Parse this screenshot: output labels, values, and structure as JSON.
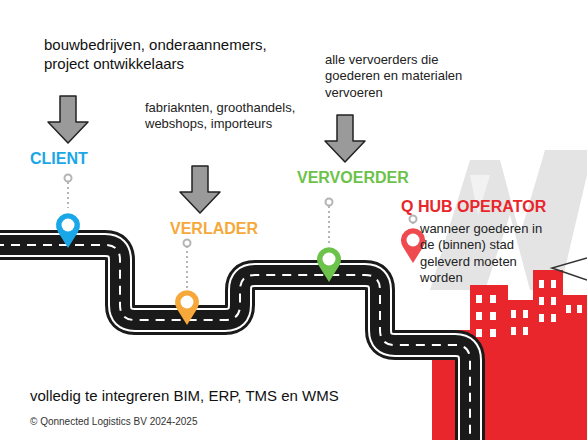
{
  "diagram": {
    "labels": [
      "bouwbedrijven, onderaannemers, project ontwikkelaars",
      "CLIENT",
      "fabriaknten, groothandels, webshops, importeurs",
      "VERLADER",
      "alle vervoerders die goederen en materialen vervoeren",
      "VERVOERDER",
      "Q HUB OPERATOR",
      "wanneer goederen in de (binnen) stad geleverd moeten worden",
      "volledig te integreren BIM, ERP, TMS en WMS",
      "© Qonnected Logistics BV 2024-2025"
    ]
  }
}
